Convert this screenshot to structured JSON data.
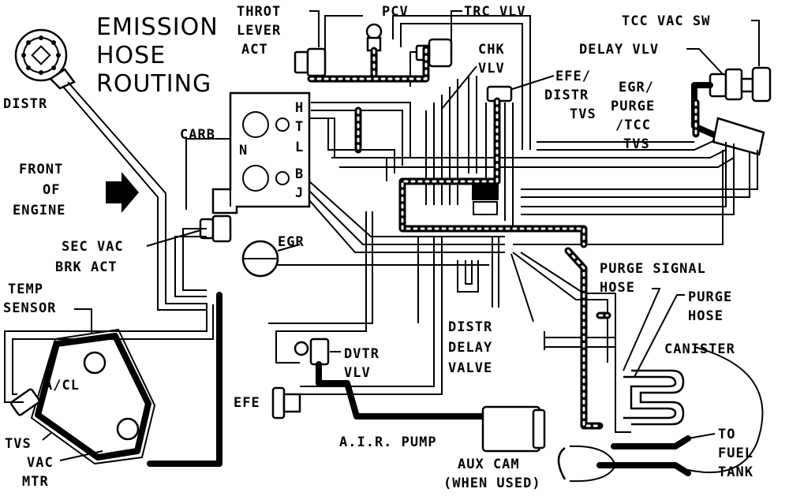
{
  "title": [
    "EMISSION",
    "HOSE",
    "ROUTING"
  ],
  "labels": {
    "distr": "DISTR",
    "carb": "CARB",
    "front": [
      "FRONT",
      "OF",
      "ENGINE"
    ],
    "sec_vac_brk_act": [
      "SEC VAC",
      "BRK ACT"
    ],
    "temp_sensor": [
      "TEMP",
      "SENSOR"
    ],
    "a_cl": "A/CL",
    "tvs": "TVS",
    "vac_mtr": [
      "VAC",
      "MTR"
    ],
    "throt_lever_act": [
      "THROT",
      "LEVER",
      "ACT"
    ],
    "pcv": "PCV",
    "trc_vlv": "TRC VLV",
    "chk_vlv": [
      "CHK",
      "VLV"
    ],
    "efe_distr_tvs": [
      "EFE/",
      "DISTR",
      "TVS"
    ],
    "tcc_vac_sw": "TCC VAC SW",
    "delay_vlv": "DELAY VLV",
    "egr_purge_tcc_tvs": [
      "EGR/",
      "PURGE",
      "/TCC",
      "TVS"
    ],
    "egr": "EGR",
    "distr_delay_valve": [
      "DISTR",
      "DELAY",
      "VALVE"
    ],
    "dvtr_vlv": [
      "DVTR",
      "VLV"
    ],
    "efe": "EFE",
    "air_pump": "A.I.R. PUMP",
    "purge_signal_hose": [
      "PURGE SIGNAL",
      "HOSE"
    ],
    "purge_hose": [
      "PURGE",
      "HOSE"
    ],
    "canister": "CANISTER",
    "aux_cam": [
      "AUX CAM",
      "(WHEN USED)"
    ],
    "to_fuel_tank": [
      "TO",
      "FUEL",
      "TANK"
    ],
    "carb_ports": [
      "H",
      "T",
      "L",
      "N",
      "B",
      "J"
    ]
  }
}
